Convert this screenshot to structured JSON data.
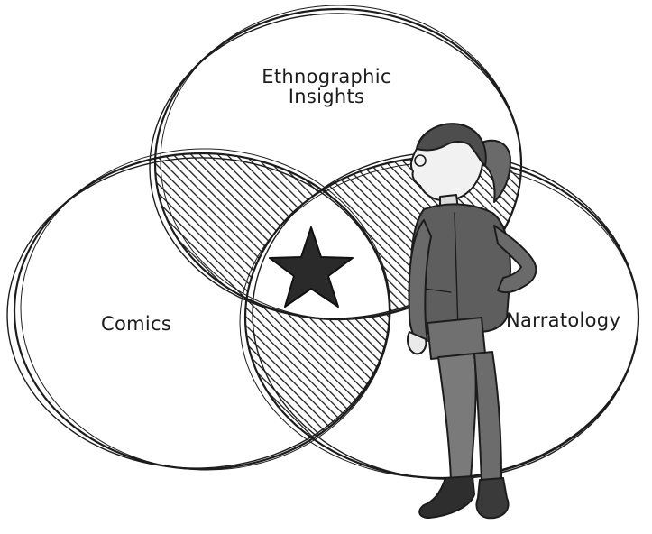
{
  "venn": {
    "sets": [
      {
        "id": "ethnographic",
        "label_line1": "Ethnographic",
        "label_line2": "Insights"
      },
      {
        "id": "comics",
        "label": "Comics"
      },
      {
        "id": "narratology",
        "label": "Narratology"
      }
    ],
    "center_marker": "star-icon",
    "figure": "woman-figure"
  },
  "colors": {
    "ink": "#1c1c1c",
    "paper": "#ffffff"
  }
}
